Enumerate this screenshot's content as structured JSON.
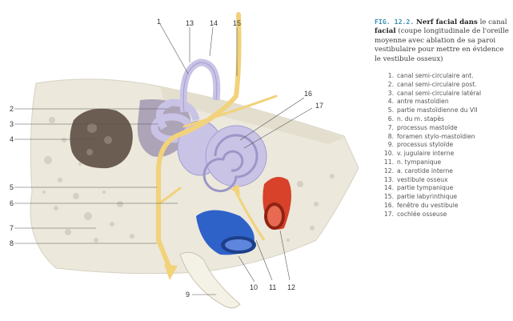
{
  "caption": {
    "fig_label": "FIG. 12.2.",
    "title_bold": "Nerf facial dans",
    "title_cont": "le canal",
    "title_bold2": "facial",
    "desc": "(coupe longitudinale de l'oreille moyenne avec ablation de sa paroi vestibulaire pour mettre en évidence le vestibule osseux)"
  },
  "legend": [
    {
      "n": "1.",
      "label": "canal semi-circulaire ant."
    },
    {
      "n": "2.",
      "label": "canal semi-circulaire post."
    },
    {
      "n": "3.",
      "label": "canal semi-circulaire latéral"
    },
    {
      "n": "4.",
      "label": "antre mastoïdien"
    },
    {
      "n": "5.",
      "label": "partie mastoïdienne du VII"
    },
    {
      "n": "6.",
      "label": "n. du m. stapès"
    },
    {
      "n": "7.",
      "label": "processus mastoïde"
    },
    {
      "n": "8.",
      "label": "foramen stylo-mastoïdien"
    },
    {
      "n": "9.",
      "label": "processus styloïde"
    },
    {
      "n": "10.",
      "label": "v. jugulaire interne"
    },
    {
      "n": "11.",
      "label": "n. tympanique"
    },
    {
      "n": "12.",
      "label": "a. carotide interne"
    },
    {
      "n": "13.",
      "label": "vestibule osseux"
    },
    {
      "n": "14.",
      "label": "partie tympanique"
    },
    {
      "n": "15.",
      "label": "partie labyrinthique"
    },
    {
      "n": "16.",
      "label": "fenêtre du vestibule"
    },
    {
      "n": "17.",
      "label": "cochlée osseuse"
    }
  ],
  "numbers": {
    "n1": "1",
    "n2": "2",
    "n3": "3",
    "n4": "4",
    "n5": "5",
    "n6": "6",
    "n7": "7",
    "n8": "8",
    "n9": "9",
    "n10": "10",
    "n11": "11",
    "n12": "12",
    "n13": "13",
    "n14": "14",
    "n15": "15",
    "n16": "16",
    "n17": "17"
  },
  "colors": {
    "bone": "#ece8dc",
    "nerve": "#f2d27a",
    "labyrinth": "#c9c3e6",
    "vein": "#2f62c9",
    "artery": "#d8412a"
  }
}
